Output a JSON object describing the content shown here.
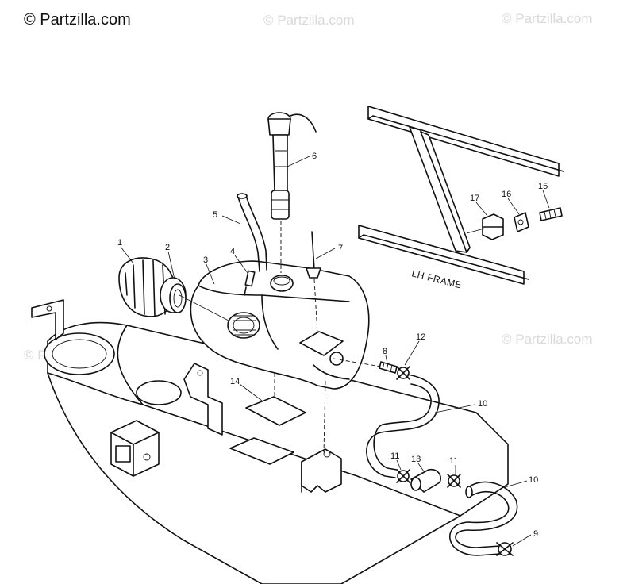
{
  "watermark": {
    "main": "© Partzilla.com",
    "repeat": "© Partzilla.com"
  },
  "frame_label": "LH FRAME",
  "callouts": {
    "c1": "1",
    "c2": "2",
    "c3": "3",
    "c4": "4",
    "c5": "5",
    "c6": "6",
    "c7": "7",
    "c8": "8",
    "c9": "9",
    "c10a": "10",
    "c10b": "10",
    "c11a": "11",
    "c11b": "11",
    "c12": "12",
    "c13": "13",
    "c14": "14",
    "c15": "15",
    "c16": "16",
    "c17": "17"
  }
}
